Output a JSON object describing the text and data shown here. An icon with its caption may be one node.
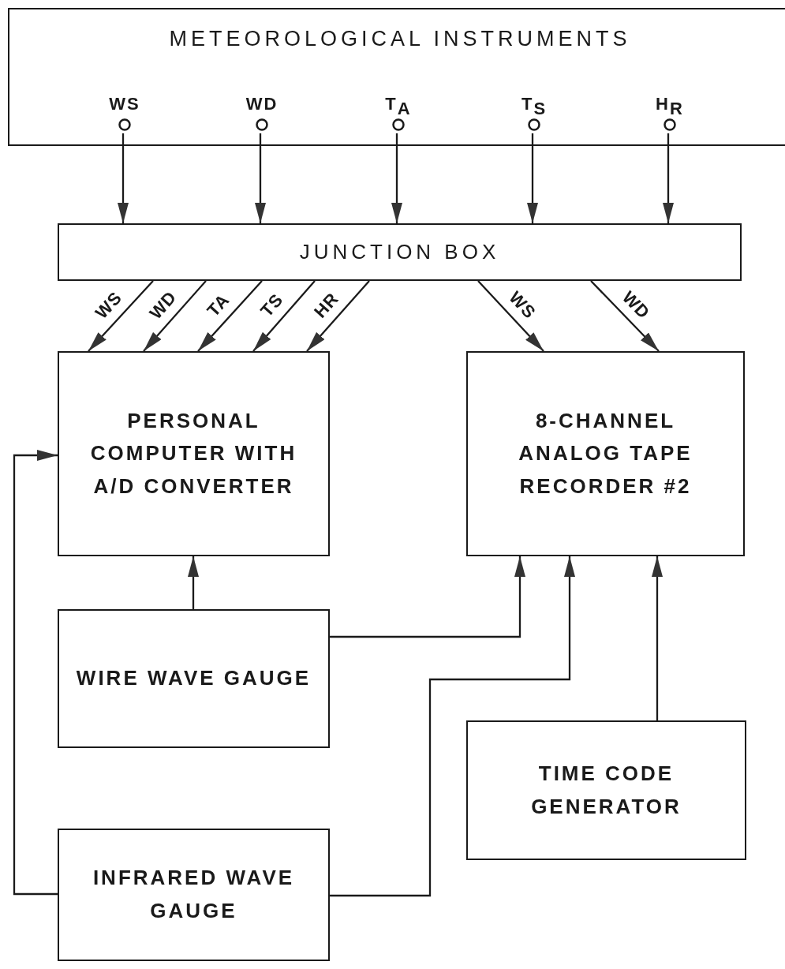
{
  "diagram": {
    "nodes": [
      {
        "text": [
          "METEOROLOGICAL INSTRUMENTS"
        ]
      },
      {
        "text": [
          "WS"
        ],
        "in": 0
      },
      {
        "text": [
          "WD"
        ],
        "in": 0
      },
      {
        "text": [
          "T$_{A}$"
        ],
        "in": 0
      },
      {
        "text": [
          "T$_{S}$"
        ],
        "in": 0
      },
      {
        "text": [
          "H$_{R}$"
        ],
        "in": 0
      },
      {
        "text": [
          "JUNCTION BOX"
        ]
      },
      {
        "text": [
          "PERSONAL COMPUTER WITH A/D CONVERTER"
        ]
      },
      {
        "text": [
          "8-CHANNEL ANALOG TAPE RECORDER #2"
        ]
      },
      {
        "text": [
          "WIRE WAVE GAUGE"
        ]
      },
      {
        "text": [
          "TIME CODE GENERATOR"
        ]
      },
      {
        "text": [
          "INFRARED WAVE GAUGE"
        ]
      }
    ],
    "edges": [
      {
        "from": 1,
        "to": 6,
        "arrow": "to"
      },
      {
        "from": 2,
        "to": 6,
        "arrow": "to"
      },
      {
        "from": 3,
        "to": 6,
        "arrow": "to"
      },
      {
        "from": 4,
        "to": 6,
        "arrow": "to"
      },
      {
        "from": 5,
        "to": 6,
        "arrow": "to"
      },
      {
        "from": 6,
        "to": 7,
        "arrow": "to",
        "label": "WS"
      },
      {
        "from": 6,
        "to": 7,
        "arrow": "to",
        "label": "WD"
      },
      {
        "from": 6,
        "to": 7,
        "arrow": "to",
        "label": "TA"
      },
      {
        "from": 6,
        "to": 7,
        "arrow": "to",
        "label": "TS"
      },
      {
        "from": 6,
        "to": 7,
        "arrow": "to",
        "label": "HR"
      },
      {
        "from": 6,
        "to": 8,
        "arrow": "to",
        "label": "WS"
      },
      {
        "from": 6,
        "to": 8,
        "arrow": "to",
        "label": "WD"
      },
      {
        "from": 9,
        "to": 7,
        "arrow": "to"
      },
      {
        "from": 9,
        "to": 8,
        "arrow": "to"
      },
      {
        "from": 11,
        "to": 8,
        "arrow": "to"
      },
      {
        "from": 10,
        "to": 8,
        "arrow": "to"
      },
      {
        "from": 11,
        "to": 7,
        "arrow": "to"
      }
    ]
  }
}
